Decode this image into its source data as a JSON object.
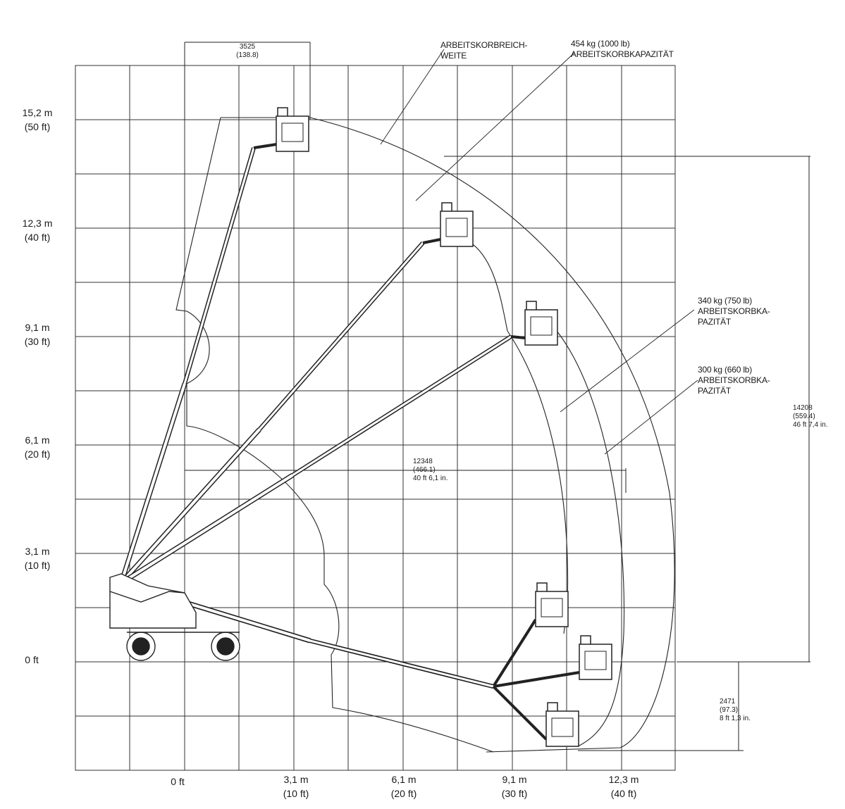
{
  "y_axis": [
    {
      "m": "15,2 m",
      "ft": "(50 ft)"
    },
    {
      "m": "12,3 m",
      "ft": "(40 ft)"
    },
    {
      "m": "9,1 m",
      "ft": "(30 ft)"
    },
    {
      "m": "6,1 m",
      "ft": "(20 ft)"
    },
    {
      "m": "3,1 m",
      "ft": "(10 ft)"
    },
    {
      "m": "0 ft",
      "ft": ""
    }
  ],
  "x_axis": [
    {
      "m": "0 ft",
      "ft": ""
    },
    {
      "m": "3,1 m",
      "ft": "(10 ft)"
    },
    {
      "m": "6,1 m",
      "ft": "(20 ft)"
    },
    {
      "m": "9,1 m",
      "ft": "(30 ft)"
    },
    {
      "m": "12,3 m",
      "ft": "(40 ft)"
    }
  ],
  "annotations": {
    "reach": {
      "line1": "ARBEITSKORBREICH-",
      "line2": "WEITE"
    },
    "cap454": {
      "line1": "454 kg (1000 lb)",
      "line2": "ARBEITSKORBKAPAZITÄT"
    },
    "cap340": {
      "line1": "340 kg (750 lb)",
      "line2": "ARBEITSKORBKA-",
      "line3": "PAZITÄT"
    },
    "cap300": {
      "line1": "300 kg (660 lb)",
      "line2": "ARBEITSKORBKA-",
      "line3": "PAZITÄT"
    }
  },
  "dimensions": {
    "platform": {
      "mm": "3525",
      "in": "(138.8)"
    },
    "horizontal_outreach": {
      "mm": "12348",
      "in": "(466.1)",
      "ftin": "40 ft 6,1 in."
    },
    "height": {
      "mm": "14208",
      "in": "(559.4)",
      "ftin": "46 ft 7,4 in."
    },
    "below_grade": {
      "mm": "2471",
      "in": "(97.3)",
      "ftin": "8 ft 1,3 in."
    }
  }
}
